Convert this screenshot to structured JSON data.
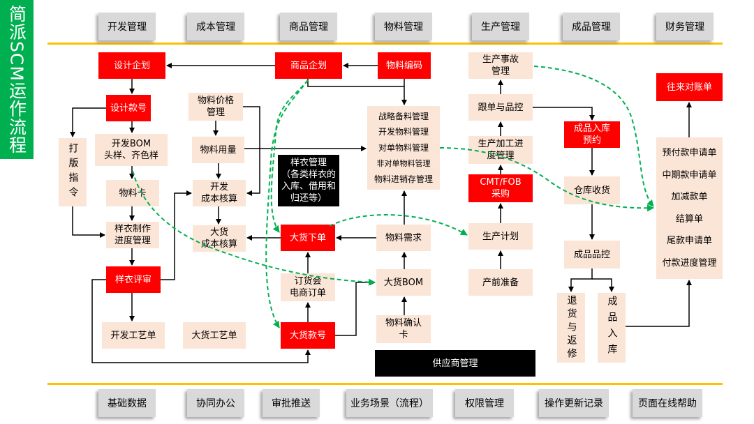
{
  "title": "简派SCM运作流程",
  "colors": {
    "title_bar_green": "#00b050",
    "key_step_red": "#ff0000",
    "step_beige": "#fbe5d6",
    "divider_yellow": "#ffc000",
    "nav_tab_gray": "#d9d9d9",
    "flow_dash_green": "#00b050"
  },
  "top_nav": {
    "tabs": [
      "开发管理",
      "成本管理",
      "商品管理",
      "物料管理",
      "生产管理",
      "成品管理",
      "财务管理"
    ]
  },
  "bottom_nav": {
    "tabs": [
      "基础数据",
      "协同办公",
      "审批推送",
      "业务场景（流程）",
      "权限管理",
      "操作更新记录",
      "页面在线帮助"
    ]
  },
  "flow": {
    "design_plan": "设计企划",
    "design_style_no": "设计款号",
    "pattern_order": "打版指令",
    "dev_bom": "开发BOM\n头样、齐色样",
    "material_card": "物料卡",
    "sample_progress": "样衣制作\n进度管理",
    "sample_review": "样衣评审",
    "dev_process_sheet": "开发工艺单",
    "bulk_process_sheet": "大货工艺单",
    "material_price": "物料价格\n管理",
    "material_usage": "物料用量",
    "dev_cost": "开发\n成本核算",
    "bulk_cost": "大货\n成本核算",
    "product_plan": "商品企划",
    "sample_mgmt": "样衣管理\n（各类样衣的\n入库、借用和\n归还等）",
    "bulk_order": "大货下单",
    "order_fair": "订货会\n电商订单",
    "bulk_style_no": "大货款号",
    "material_code": "物料编码",
    "material_mgmt": [
      "战略备料管理",
      "开发物料管理",
      "对单物料管理",
      "非对单物料管理",
      "物料进销存管理"
    ],
    "material_demand": "物料需求",
    "bulk_bom": "大货BOM",
    "material_confirm": "物料确认\n卡",
    "supplier_mgmt": "供应商管理",
    "prod_incident": "生产事故\n管理",
    "follow_qc": "跟单与品控",
    "prod_progress": "生产加工进\n度管理",
    "cmt_fob": "CMT/FOB\n采购",
    "prod_plan": "生产计划",
    "pre_prod": "产前准备",
    "stock_in_booking": "成品入库\n预约",
    "warehouse_receipt": "仓库收货",
    "finished_qc": "成品品控",
    "return_repair": "退货与返修",
    "finished_stock_in": "成品入库",
    "reconciliation": "往来对账单",
    "finance_docs": [
      "预付款申请单",
      "中期款申请单",
      "加减款单",
      "结算单",
      "尾款申请单",
      "付款进度管理"
    ]
  }
}
